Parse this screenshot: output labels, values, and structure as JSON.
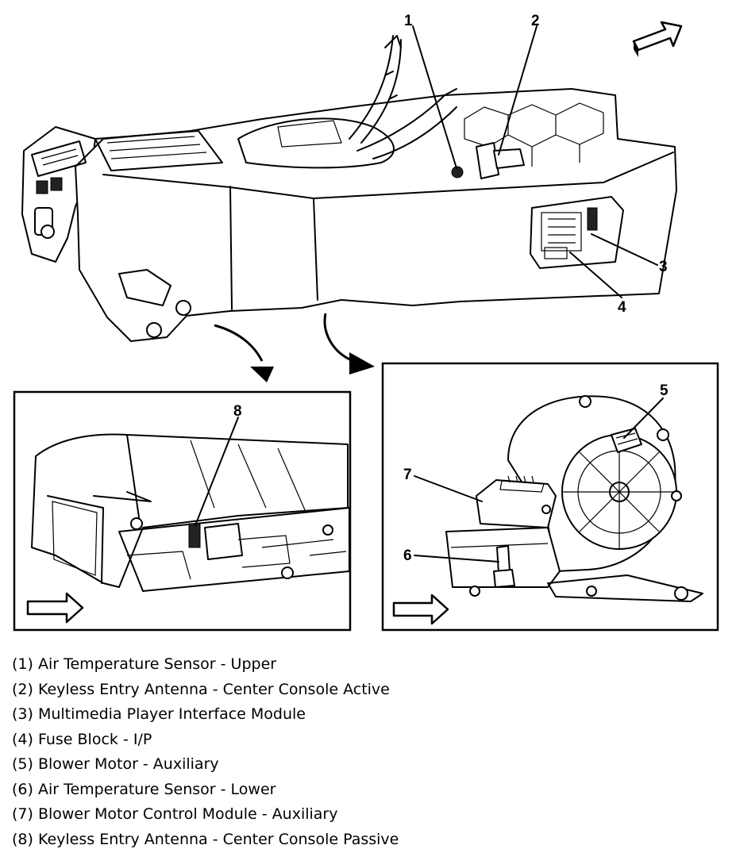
{
  "callouts": {
    "c1": "1",
    "c2": "2",
    "c3": "3",
    "c4": "4",
    "c5": "5",
    "c6": "6",
    "c7": "7",
    "c8": "8"
  },
  "legend": [
    "(1) Air Temperature Sensor - Upper",
    "(2) Keyless Entry Antenna - Center Console Active",
    "(3) Multimedia Player Interface Module",
    "(4) Fuse Block - I/P",
    "(5) Blower Motor - Auxiliary",
    "(6) Air Temperature Sensor - Lower",
    "(7) Blower Motor Control Module - Auxiliary",
    "(8) Keyless Entry Antenna - Center Console Passive"
  ],
  "icons": {
    "direction": "forward-arrow-icon",
    "transition": "curved-arrow-icon"
  }
}
